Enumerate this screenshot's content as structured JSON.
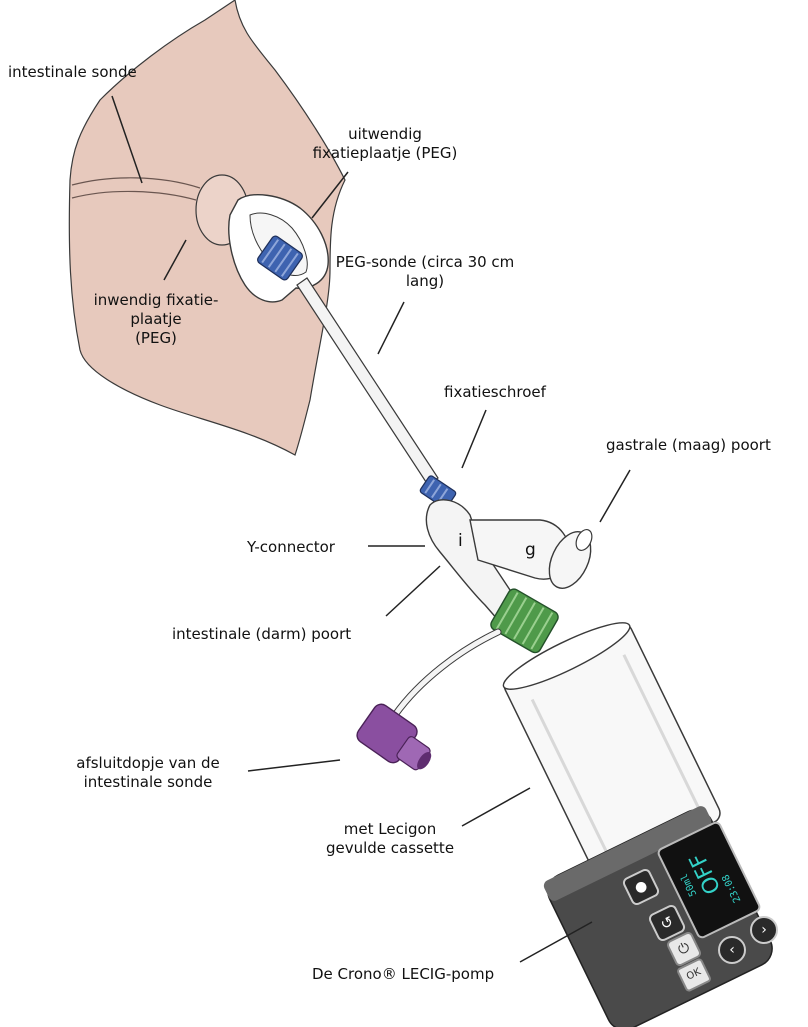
{
  "labels": {
    "intestinale_sonde": "intestinale sonde",
    "uitwendig_fixatieplaatje": "uitwendig\nfixatieplaatje (PEG)",
    "inwendig_fixatieplaatje": "inwendig fixatie-\nplaatje\n(PEG)",
    "peg_sonde": "PEG-sonde (circa 30 cm\nlang)",
    "fixatieschroef": "fixatieschroef",
    "gastrale_poort": "gastrale (maag) poort",
    "y_connector": "Y-connector",
    "i_marker": "i",
    "g_marker": "g",
    "intestinale_poort": "intestinale (darm) poort",
    "afsluitdopje": "afsluitdopje van de\nintestinale sonde",
    "cassette": "met Lecigon\ngevulde cassette",
    "pomp": "De Crono® LECIG-pomp"
  },
  "pump_screen": {
    "status": "OFF",
    "volume": "50ml",
    "time": "23:08",
    "ok_label": "OK"
  },
  "colors": {
    "skin": "#e7c9bd",
    "outline": "#3a3a3a",
    "blue_connector": "#3e63b0",
    "green_cap": "#4f9a4a",
    "purple_cap": "#8a4fa0",
    "pump_body": "#4a4a4a",
    "screen_text": "#33d2c8"
  }
}
